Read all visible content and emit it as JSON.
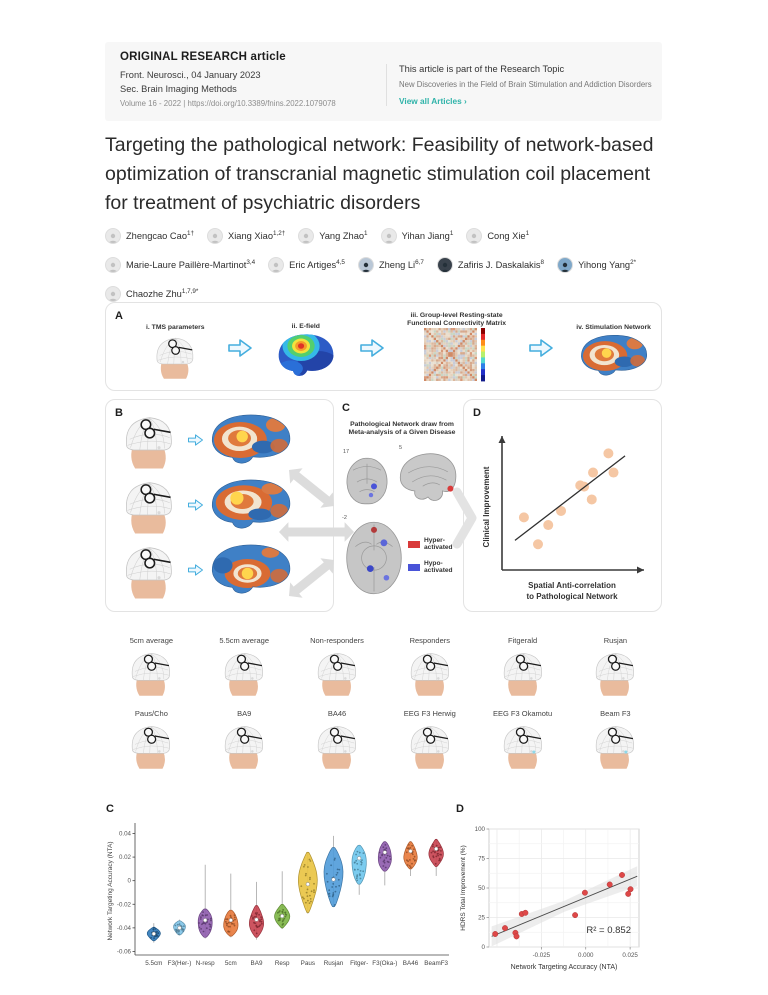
{
  "header": {
    "article_type": "ORIGINAL RESEARCH article",
    "journal_line": "Front. Neurosci., 04 January 2023",
    "section_line": "Sec. Brain Imaging Methods",
    "volume_doi_line": "Volume 16 - 2022 | https://doi.org/10.3389/fnins.2022.1079078",
    "research_topic_label": "This article is part of the Research Topic",
    "research_topic_title": "New Discoveries in the Field of Brain Stimulation and Addiction Disorders",
    "view_all_label": "View all Articles",
    "view_all_chevron": "›",
    "accent_color": "#2fb3a9"
  },
  "title": "Targeting the pathological network: Feasibility of network-based optimization of transcranial magnetic stimulation coil placement for treatment of psychiatric disorders",
  "authors": [
    {
      "name": "Zhengcao Cao",
      "sup": "1†",
      "photo": false
    },
    {
      "name": "Xiang Xiao",
      "sup": "1,2†",
      "photo": false
    },
    {
      "name": "Yang Zhao",
      "sup": "1",
      "photo": false
    },
    {
      "name": "Yihan Jiang",
      "sup": "1",
      "photo": false
    },
    {
      "name": "Cong Xie",
      "sup": "1",
      "photo": false
    },
    {
      "name": "Marie-Laure Paillère-Martinot",
      "sup": "3,4",
      "photo": false
    },
    {
      "name": "Eric Artiges",
      "sup": "4,5",
      "photo": false
    },
    {
      "name": "Zheng Li",
      "sup": "6,7",
      "photo": true
    },
    {
      "name": "Zafiris J. Daskalakis",
      "sup": "8",
      "photo": true
    },
    {
      "name": "Yihong Yang",
      "sup": "2*",
      "photo": true
    },
    {
      "name": "Chaozhe Zhu",
      "sup": "1,7,9*",
      "photo": false
    }
  ],
  "figure1": {
    "panel_a": {
      "label": "A",
      "steps": [
        {
          "caption_lines": [
            "i. TMS parameters"
          ],
          "graphic": "head"
        },
        {
          "caption_lines": [
            "ii. E-field"
          ],
          "graphic": "efield-brain"
        },
        {
          "caption_lines": [
            "iii. Group-level Resting-state",
            "Functional Connectivity Matrix"
          ],
          "graphic": "connectivity-matrix"
        },
        {
          "caption_lines": [
            "iv. Stimulation Network"
          ],
          "graphic": "network-brain"
        }
      ]
    },
    "panel_b": {
      "label": "B"
    },
    "panel_c": {
      "label": "C",
      "title_lines": [
        "Pathological Network draw from",
        "Meta-analysis of a Given Disease"
      ],
      "slice_labels": [
        "17",
        "5",
        "-2"
      ],
      "legend": [
        {
          "label": "Hyper-activated",
          "color": "#d93a3a"
        },
        {
          "label": "Hypo-activated",
          "color": "#4953d8"
        }
      ]
    },
    "panel_d": {
      "label": "D",
      "ylabel": "Clinical Improvement",
      "xlabel_lines": [
        "Spatial Anti-correlation",
        "to Pathological Network"
      ],
      "dot_color": "#f5c7a4",
      "points": [
        [
          0.14,
          0.38
        ],
        [
          0.25,
          0.17
        ],
        [
          0.33,
          0.32
        ],
        [
          0.43,
          0.43
        ],
        [
          0.58,
          0.63
        ],
        [
          0.61,
          0.62
        ],
        [
          0.67,
          0.52
        ],
        [
          0.68,
          0.73
        ],
        [
          0.8,
          0.88
        ],
        [
          0.84,
          0.73
        ]
      ],
      "fit_line": {
        "x1": 0.07,
        "y1": 0.2,
        "x2": 0.93,
        "y2": 0.86
      }
    }
  },
  "coil_placements": {
    "row1": [
      {
        "label": "5cm average",
        "teal_dot": false
      },
      {
        "label": "5.5cm average",
        "teal_dot": false
      },
      {
        "label": "Non-responders",
        "teal_dot": false
      },
      {
        "label": "Responders",
        "teal_dot": false
      },
      {
        "label": "Fitgerald",
        "teal_dot": false
      },
      {
        "label": "Rusjan",
        "teal_dot": false
      }
    ],
    "row2": [
      {
        "label": "Paus/Cho",
        "teal_dot": false
      },
      {
        "label": "BA9",
        "teal_dot": false
      },
      {
        "label": "BA46",
        "teal_dot": false
      },
      {
        "label": "EEG F3 Herwig",
        "teal_dot": false
      },
      {
        "label": "EEG F3 Okamotu",
        "teal_dot": true
      },
      {
        "label": "Beam F3",
        "teal_dot": true
      }
    ]
  },
  "chart_data": [
    {
      "type": "violin",
      "panel_label": "C",
      "ylabel": "Network Targeting Accuracy (NTA)",
      "ylim": [
        -0.063,
        0.0455
      ],
      "yticks": [
        0.04,
        0.02,
        0,
        -0.02,
        -0.04,
        -0.06
      ],
      "ytick_labels": [
        "0.04",
        "0.02",
        "0",
        "-0.02",
        "-0.04",
        "-0.06"
      ],
      "categories": [
        "5.5cm",
        "F3(Her-)",
        "N-resp",
        "5cm",
        "BA9",
        "Resp",
        "Paus",
        "Rusjan",
        "Fitger-",
        "F3(Oka-)",
        "BA46",
        "BeamF3"
      ],
      "colors": [
        "#2e79b9",
        "#7fc4e8",
        "#8e5bad",
        "#e8793a",
        "#c8414f",
        "#7cb544",
        "#e9c340",
        "#4f9bd9",
        "#6ec6ed",
        "#8e5bad",
        "#e8793a",
        "#c8414f"
      ],
      "violins": [
        {
          "median": -0.045,
          "body": [
            -0.051,
            -0.0395
          ],
          "whisker": [
            -0.0525,
            -0.036
          ],
          "maxw": 0.55
        },
        {
          "median": -0.04,
          "body": [
            -0.046,
            -0.034
          ],
          "whisker": [
            -0.0465,
            -0.033
          ],
          "maxw": 0.55
        },
        {
          "median": -0.0335,
          "body": [
            -0.048,
            -0.024
          ],
          "whisker": [
            -0.049,
            0.0135
          ],
          "maxw": 0.72
        },
        {
          "median": -0.0335,
          "body": [
            -0.047,
            -0.025
          ],
          "whisker": [
            -0.048,
            0.006
          ],
          "maxw": 0.7
        },
        {
          "median": -0.033,
          "body": [
            -0.048,
            -0.021
          ],
          "whisker": [
            -0.05,
            -0.001
          ],
          "maxw": 0.62
        },
        {
          "median": -0.03,
          "body": [
            -0.04,
            -0.02
          ],
          "whisker": [
            -0.041,
            0.008
          ],
          "maxw": 0.62
        },
        {
          "median": -0.003,
          "body": [
            -0.027,
            0.024
          ],
          "whisker": [
            -0.028,
            0.0245
          ],
          "maxw": 0.78
        },
        {
          "median": 0.001,
          "body": [
            -0.022,
            0.028
          ],
          "whisker": [
            -0.0225,
            0.038
          ],
          "maxw": 0.85
        },
        {
          "median": 0.019,
          "body": [
            -0.003,
            0.03
          ],
          "whisker": [
            -0.012,
            0.0305
          ],
          "maxw": 0.72
        },
        {
          "median": 0.024,
          "body": [
            0.008,
            0.033
          ],
          "whisker": [
            -0.004,
            0.0335
          ],
          "maxw": 0.66
        },
        {
          "median": 0.025,
          "body": [
            0.01,
            0.033
          ],
          "whisker": [
            0.004,
            0.0335
          ],
          "maxw": 0.6
        },
        {
          "median": 0.027,
          "body": [
            0.012,
            0.035
          ],
          "whisker": [
            0.004,
            0.0355
          ],
          "maxw": 0.6
        }
      ]
    },
    {
      "type": "scatter",
      "panel_label": "D",
      "xlabel": "Network Targeting Accuracy (NTA)",
      "ylabel": "HDRS Total Improvement (%)",
      "xlim": [
        -0.0545,
        0.03
      ],
      "ylim": [
        0,
        100
      ],
      "xticks": [
        -0.025,
        0.0,
        0.025
      ],
      "xtick_labels": [
        "-0.025",
        "0.000",
        "0.025"
      ],
      "yticks": [
        0,
        25,
        50,
        75,
        100
      ],
      "annotation": "R² = 0.852",
      "point_color": "#de4848",
      "points": [
        [
          -0.051,
          11
        ],
        [
          -0.0455,
          16
        ],
        [
          -0.0396,
          12
        ],
        [
          -0.039,
          9
        ],
        [
          -0.036,
          28
        ],
        [
          -0.034,
          29
        ],
        [
          -0.006,
          27
        ],
        [
          -0.0005,
          46
        ],
        [
          0.0135,
          53
        ],
        [
          0.0204,
          61
        ],
        [
          0.0239,
          45
        ],
        [
          0.0252,
          49
        ]
      ],
      "fit_line": {
        "x1": -0.053,
        "y1": 9,
        "x2": 0.029,
        "y2": 60
      }
    }
  ]
}
